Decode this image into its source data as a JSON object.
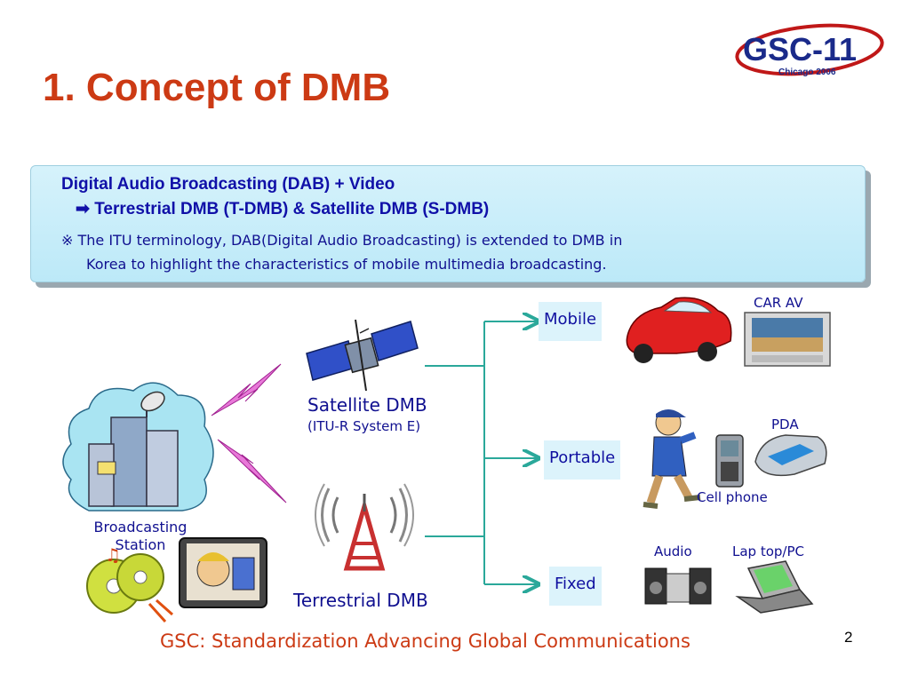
{
  "slide": {
    "title": "1. Concept of DMB",
    "logo_text": "GSC-11",
    "logo_subtext": "Chicago 2006",
    "page_number": "2",
    "footer": "GSC: Standardization Advancing Global Communications"
  },
  "infobox": {
    "line1": "Digital Audio Broadcasting (DAB) + Video",
    "line2_arrow": "➡",
    "line2": "Terrestrial DMB (T-DMB) & Satellite DMB (S-DMB)",
    "note_line1": "※ The ITU terminology, DAB(Digital Audio Broadcasting) is extended to DMB  in",
    "note_line2": "Korea to highlight the characteristics of mobile multimedia broadcasting."
  },
  "diagram": {
    "broadcasting_station": "Broadcasting\nStation",
    "satellite_label": "Satellite DMB",
    "satellite_sub": "(ITU-R System E)",
    "terrestrial_label": "Terrestrial DMB",
    "categories": [
      "Mobile",
      "Portable",
      "Fixed"
    ],
    "device_labels": {
      "car_av": "CAR AV",
      "pda": "PDA",
      "cell_phone": "Cell phone",
      "audio": "Audio",
      "laptop": "Lap top/PC"
    }
  },
  "colors": {
    "title": "#cc3a14",
    "box_text": "#1010a8",
    "box_bg": "#bce9f8",
    "arrow": "#2aa89a",
    "footer": "#cc3a14"
  }
}
